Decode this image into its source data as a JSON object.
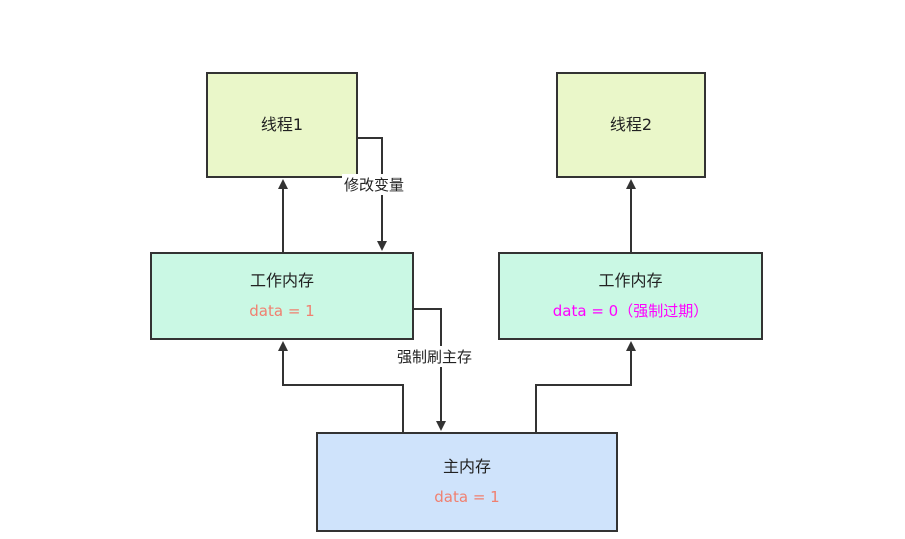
{
  "colors": {
    "thread_fill": "#eaf7c9",
    "work_memory_fill": "#caf8e4",
    "main_memory_fill": "#cfe3fb",
    "value_normal": "#f08070",
    "value_stale": "#ff00ff",
    "stroke": "#333333"
  },
  "thread1": {
    "label": "线程1"
  },
  "thread2": {
    "label": "线程2"
  },
  "work_memory_1": {
    "title": "工作内存",
    "value": "data = 1"
  },
  "work_memory_2": {
    "title": "工作内存",
    "value": "data = 0（强制过期）"
  },
  "main_memory": {
    "title": "主内存",
    "value": "data = 1"
  },
  "edges": {
    "modify_label": "修改变量",
    "flush_label": "强制刷主存"
  }
}
